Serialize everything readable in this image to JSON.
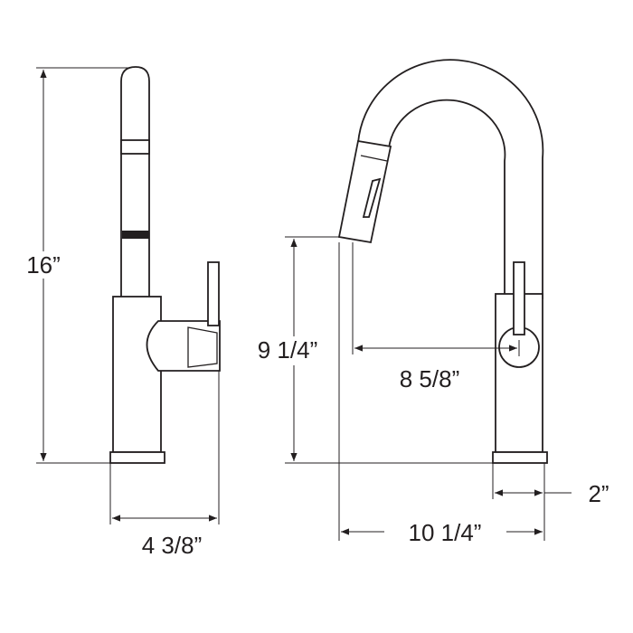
{
  "dimensions": {
    "overall_height": "16”",
    "side_depth": "4 3/8”",
    "spout_height": "9 1/4”",
    "spout_reach": "8 5/8”",
    "base_diameter": "2”",
    "overall_reach": "10 1/4”"
  },
  "colors": {
    "line": "#231f20",
    "background": "#ffffff"
  }
}
